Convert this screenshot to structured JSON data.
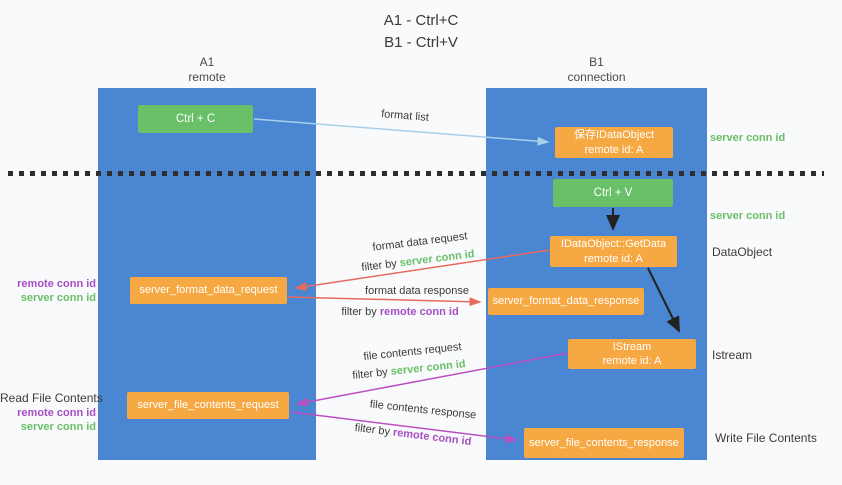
{
  "title": {
    "line1": "A1 - Ctrl+C",
    "line2": "B1 - Ctrl+V"
  },
  "columns": {
    "left": {
      "header_line1": "A1",
      "header_line2": "remote"
    },
    "right": {
      "header_line1": "B1",
      "header_line2": "connection"
    }
  },
  "nodes": {
    "ctrl_c": "Ctrl + C",
    "ctrl_v": "Ctrl + V",
    "save_idataobject": {
      "line1": "保存IDataObject",
      "line2": "remote id: A"
    },
    "getdata": {
      "line1": "IDataObject::GetData",
      "line2": "remote id: A"
    },
    "istream": {
      "line1": "IStream",
      "line2": "remote id: A"
    },
    "format_request": "server_format_data_request",
    "format_response": "server_format_data_response",
    "file_request": "server_file_contents_request",
    "file_response": "server_file_contents_response"
  },
  "edge_labels": {
    "format_list": "format list",
    "format_data_request": "format data request",
    "format_data_response": "format data response",
    "file_contents_request": "file contents request",
    "file_contents_response": "file contents response",
    "filter_by": "filter by ",
    "server_conn_id": "server conn id",
    "remote_conn_id": "remote conn id"
  },
  "side_labels": {
    "right_server_conn_id_top": "server conn id",
    "right_server_conn_id_mid": "server conn id",
    "dataobject": "DataObject",
    "istream": "Istream",
    "write_file_contents": "Write File Contents",
    "left_remote_conn_id_1": "remote conn id",
    "left_server_conn_id_1": "server conn id",
    "read_file_contents": "Read File Contents",
    "left_remote_conn_id_2": "remote conn id",
    "left_server_conn_id_2": "server conn id"
  },
  "colors": {
    "column_blue": "#4a86d2",
    "box_green": "#6abf69",
    "box_orange": "#f6a843",
    "arrow_light_blue": "#a8d0ea",
    "arrow_black": "#222222",
    "arrow_salmon": "#e66a60",
    "arrow_magenta": "#bb4fc0",
    "text_green": "#6abf69",
    "text_purple": "#a64fc3"
  }
}
